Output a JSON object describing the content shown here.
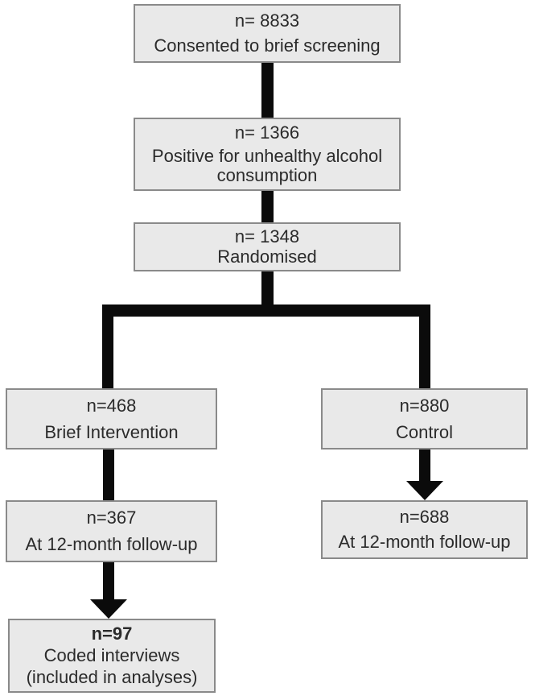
{
  "diagram": {
    "type": "flowchart",
    "subject": "trial-participant-flow",
    "colors": {
      "box_fill": "#e9e9e9",
      "box_border": "#8a8a8a",
      "flow_line": "#0b0b0b",
      "text": "#2b2b2b",
      "background": "#ffffff"
    },
    "boxes": {
      "screening": {
        "count": "n= 8833",
        "label": "Consented to brief screening"
      },
      "positive": {
        "count": "n= 1366",
        "label": "Positive for unhealthy alcohol consumption"
      },
      "randomised": {
        "count": "n= 1348",
        "label": "Randomised"
      },
      "brief_intervention": {
        "count": "n=468",
        "label": "Brief Intervention"
      },
      "control": {
        "count": "n=880",
        "label": "Control"
      },
      "bi_followup": {
        "count": "n=367",
        "label": "At 12-month follow-up"
      },
      "control_followup": {
        "count": "n=688",
        "label": "At 12-month follow-up"
      },
      "coded": {
        "count": "n=97",
        "label": "Coded interviews",
        "sublabel": "(included in analyses)"
      }
    },
    "edges": [
      {
        "from": "screening",
        "to": "positive",
        "style": "line"
      },
      {
        "from": "positive",
        "to": "randomised",
        "style": "line"
      },
      {
        "from": "randomised",
        "to": "brief_intervention",
        "style": "branch-line"
      },
      {
        "from": "randomised",
        "to": "control",
        "style": "branch-line"
      },
      {
        "from": "brief_intervention",
        "to": "bi_followup",
        "style": "line"
      },
      {
        "from": "control",
        "to": "control_followup",
        "style": "arrow"
      },
      {
        "from": "bi_followup",
        "to": "coded",
        "style": "arrow"
      }
    ]
  }
}
